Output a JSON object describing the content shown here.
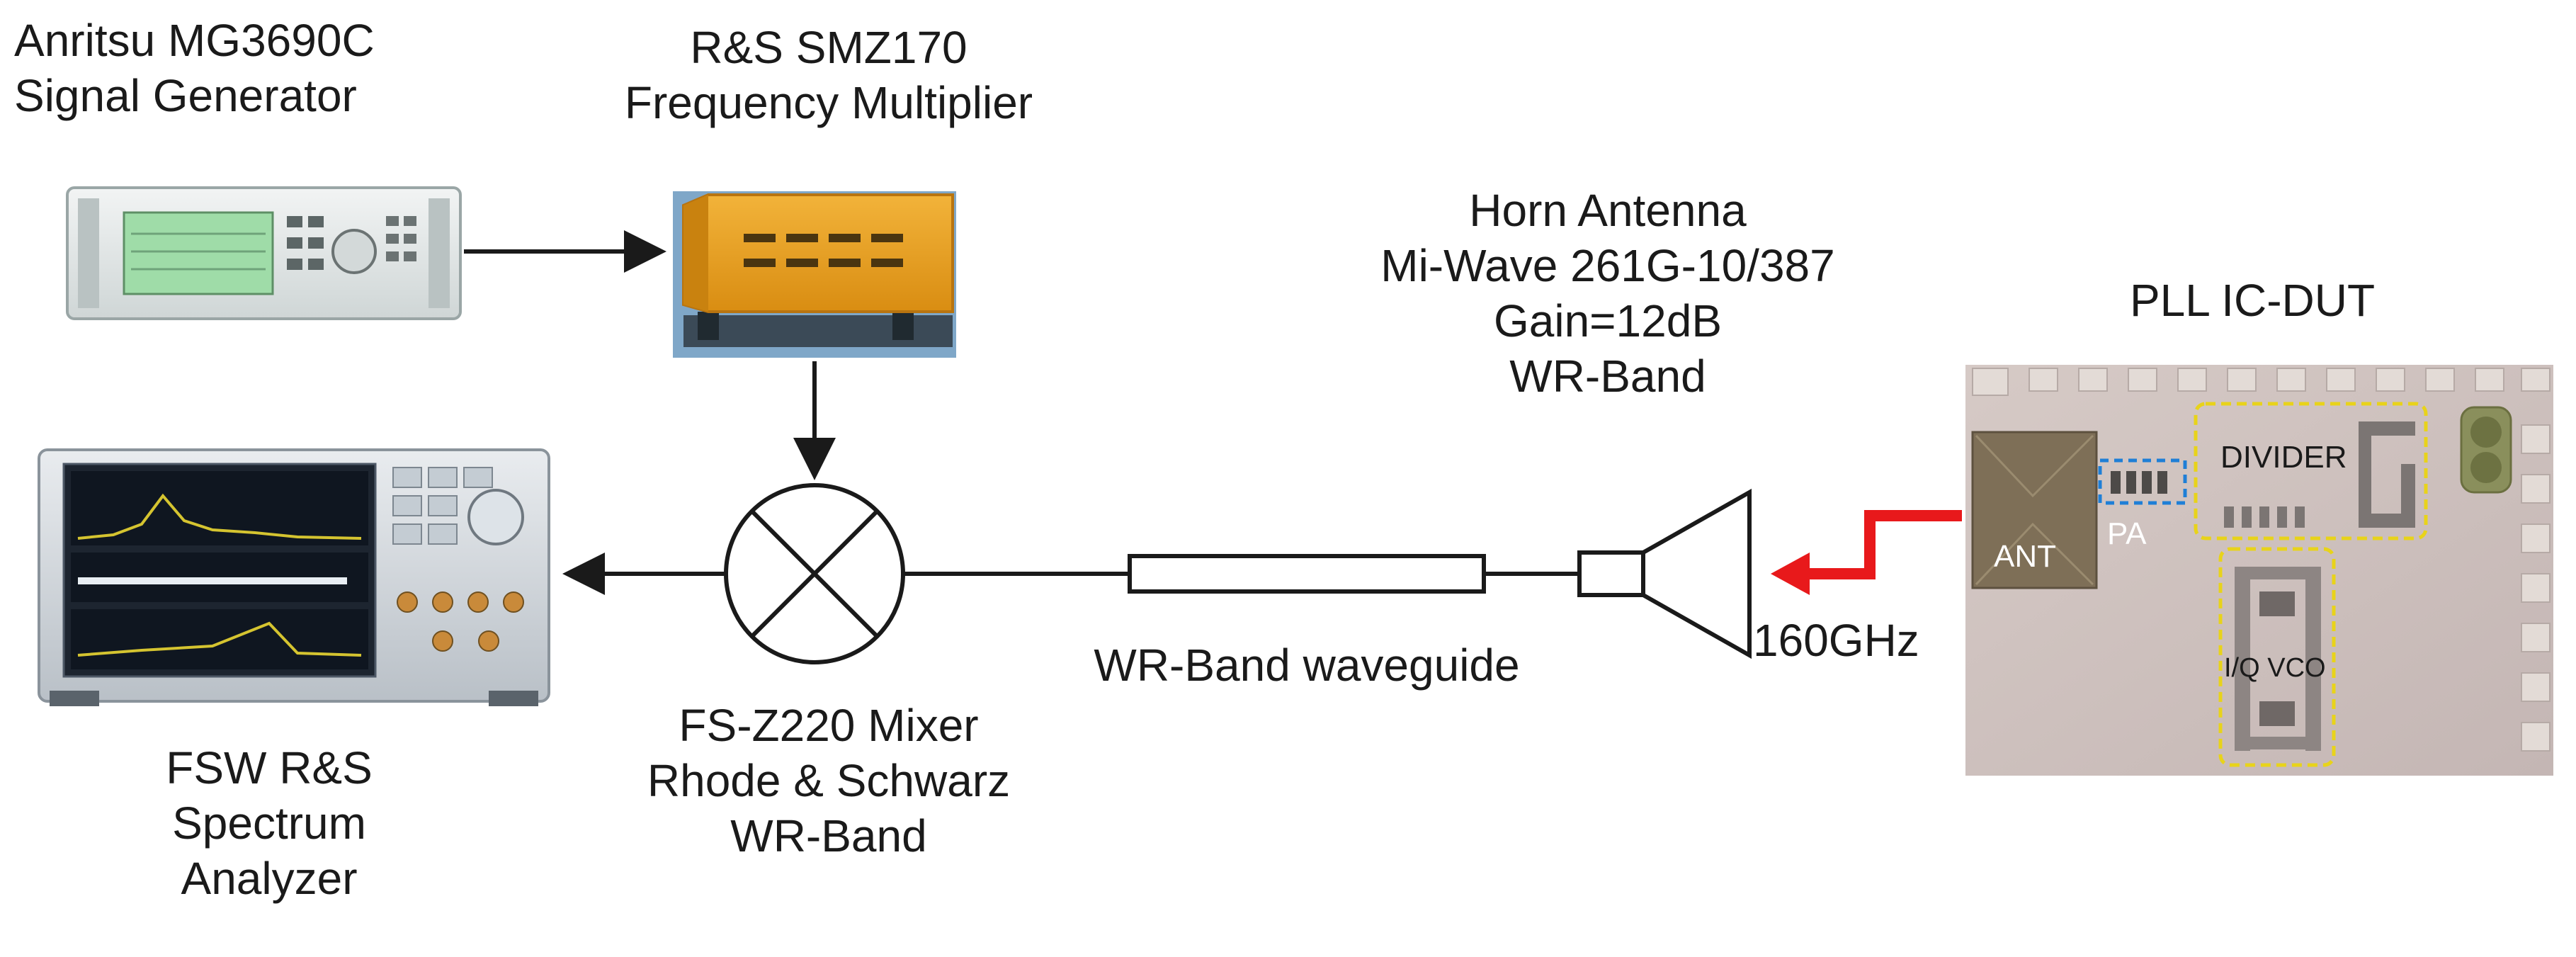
{
  "labels": {
    "signal_generator": [
      "Anritsu MG3690C",
      "Signal Generator"
    ],
    "multiplier": [
      "R&S SMZ170",
      "Frequency Multiplier"
    ],
    "horn_antenna": [
      "Horn Antenna",
      "Mi-Wave 261G-10/387",
      "Gain=12dB",
      "WR-Band"
    ],
    "dut_title": "PLL IC-DUT",
    "spectrum_analyzer": [
      "FSW R&S",
      "Spectrum",
      "Analyzer"
    ],
    "mixer": [
      "FS-Z220 Mixer",
      "Rhode & Schwarz",
      "WR-Band"
    ],
    "waveguide": "WR-Band waveguide",
    "frequency": "160GHz"
  },
  "chip_blocks": {
    "ant": "ANT",
    "pa": "PA",
    "divider": "DIVIDER",
    "vco": "I/Q VCO"
  },
  "colors": {
    "signal_arrow": "#e8191b",
    "divider_box": "#e8d31a",
    "pa_box": "#1f7fd6",
    "chip_background": "#c8bcb8"
  }
}
